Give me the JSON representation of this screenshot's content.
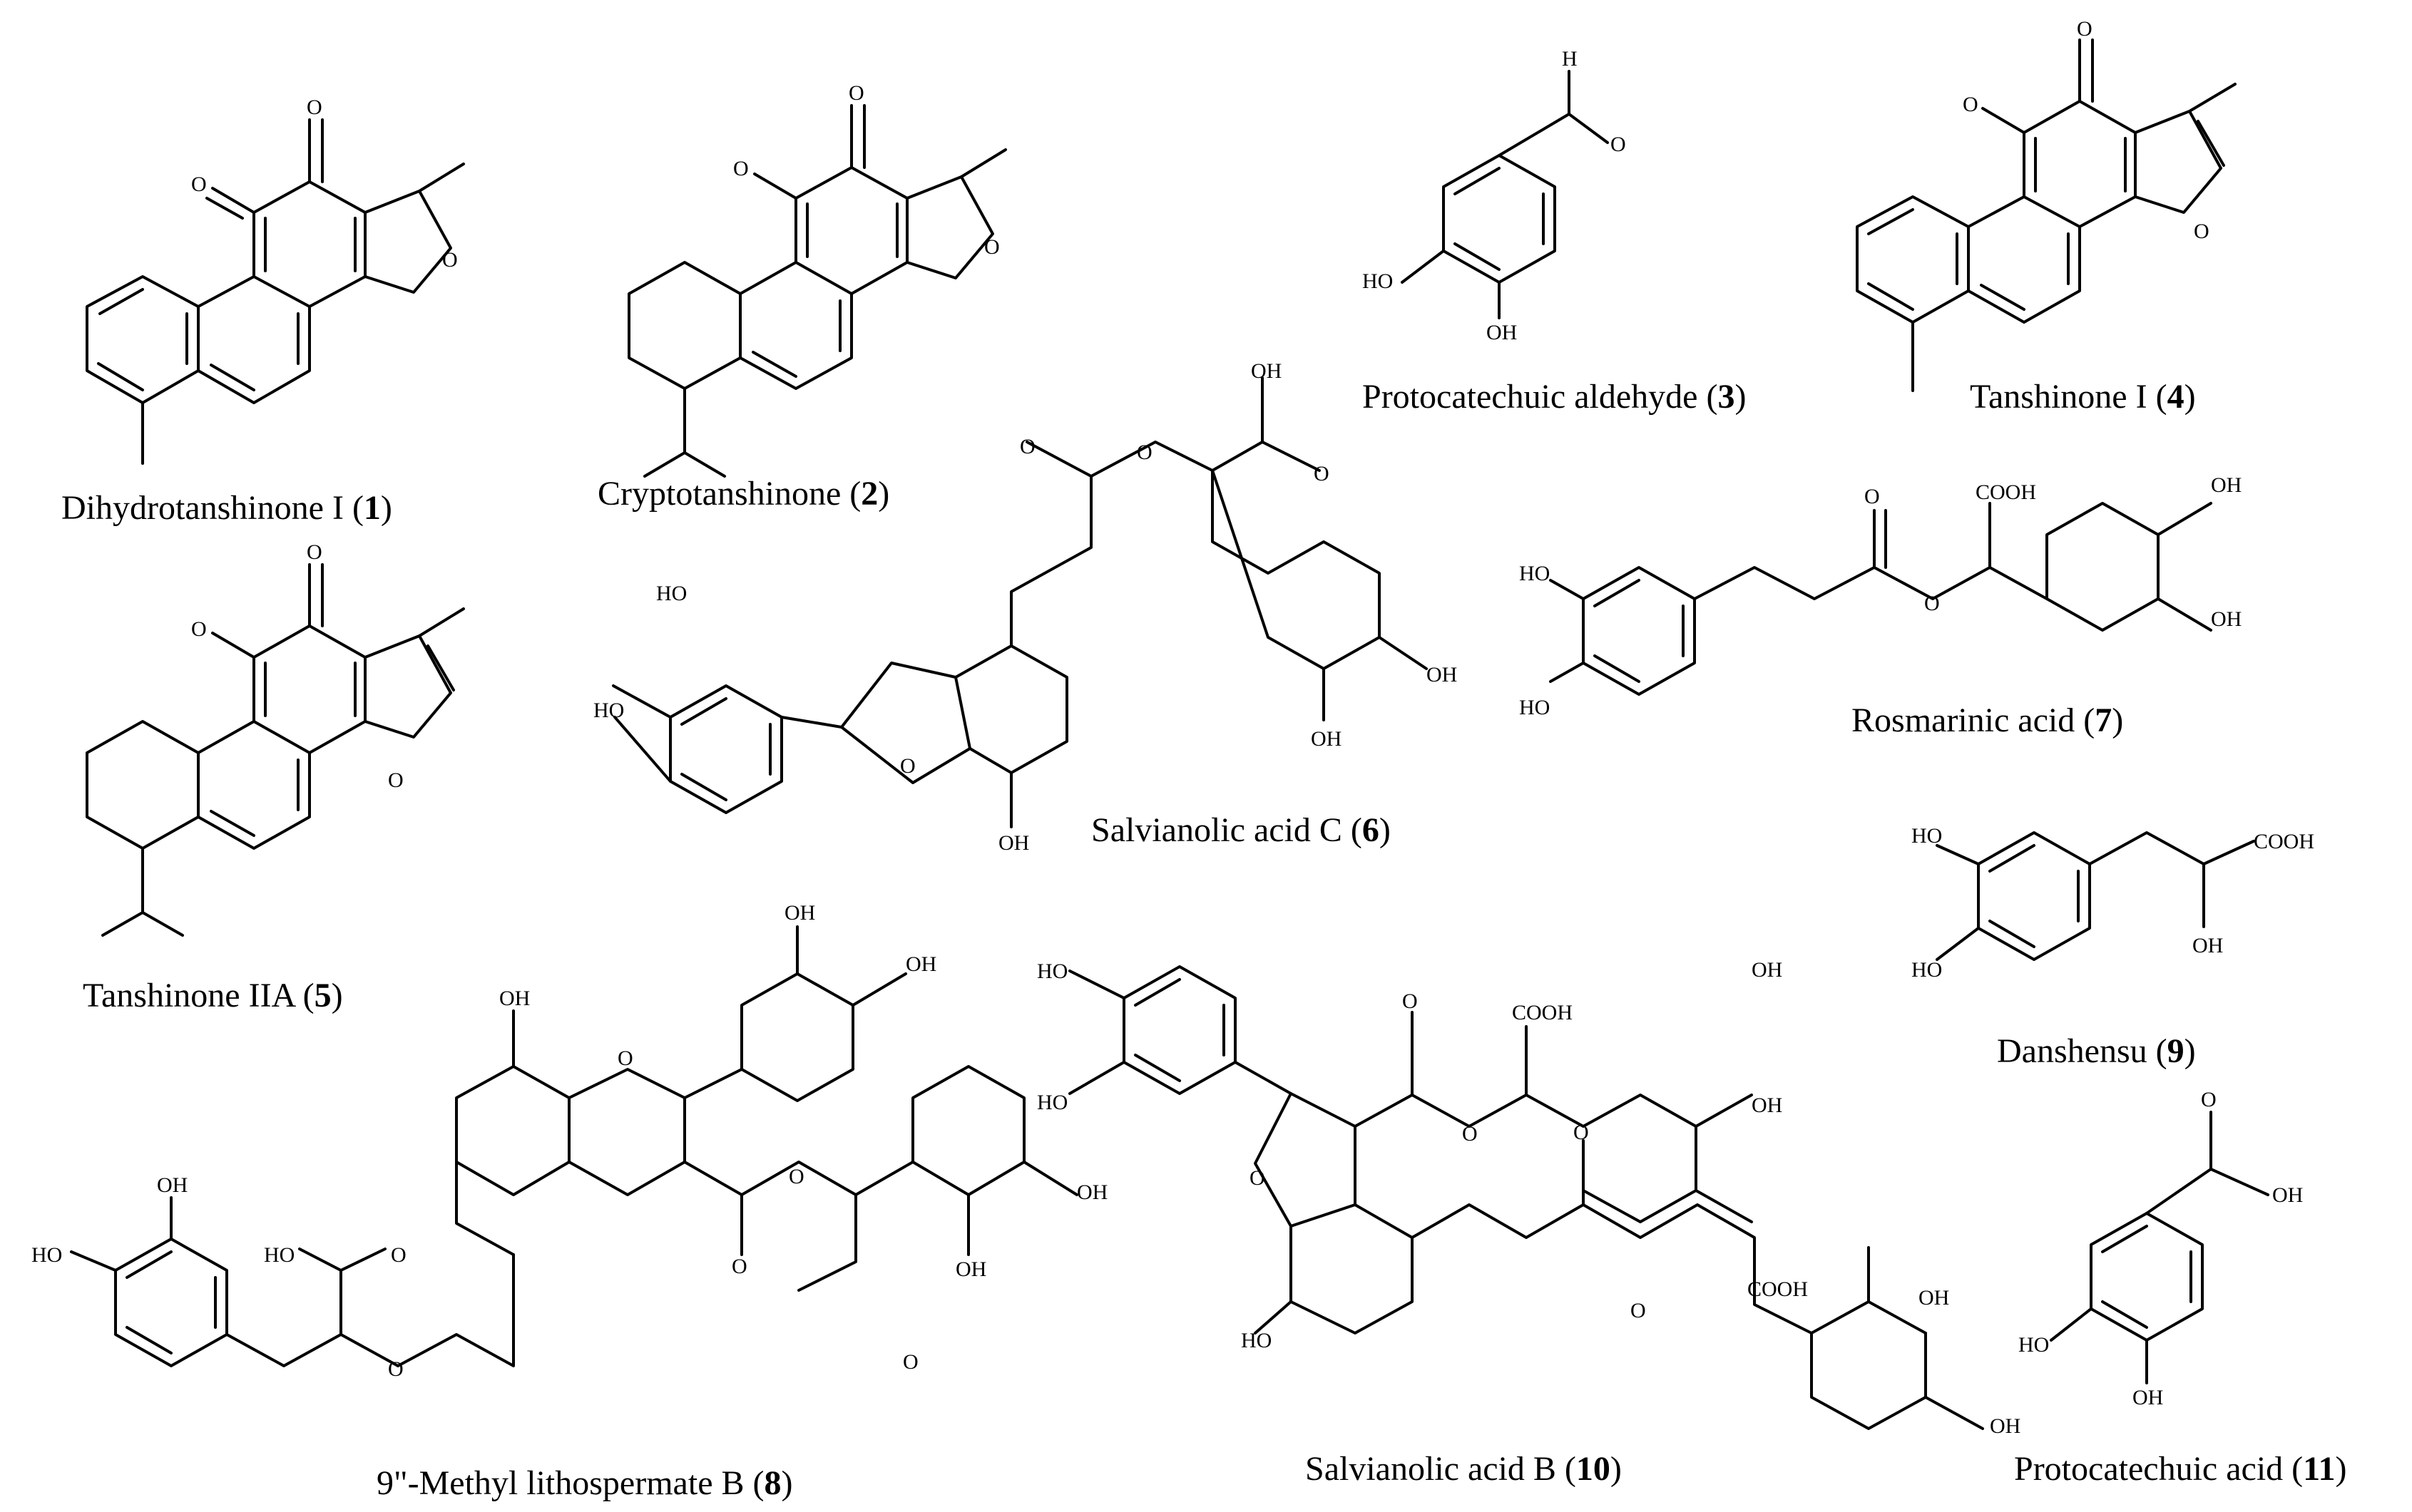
{
  "compounds": [
    {
      "name": "Dihydrotanshinone I",
      "num": "1"
    },
    {
      "name": "Cryptotanshinone",
      "num": "2"
    },
    {
      "name": "Protocatechuic aldehyde",
      "num": "3"
    },
    {
      "name": "Tanshinone I",
      "num": "4"
    },
    {
      "name": "Tanshinone IIA",
      "num": "5"
    },
    {
      "name": "Salvianolic acid C",
      "num": "6"
    },
    {
      "name": "Rosmarinic acid",
      "num": "7"
    },
    {
      "name": "9\"-Methyl lithospermate B",
      "num": "8"
    },
    {
      "name": "Danshensu",
      "num": "9"
    },
    {
      "name": "Salvianolic acid B",
      "num": "10"
    },
    {
      "name": "Protocatechuic acid",
      "num": "11"
    }
  ],
  "atoms": {
    "O": "O",
    "OH": "OH",
    "HO": "HO",
    "H": "H",
    "COOH": "COOH"
  }
}
